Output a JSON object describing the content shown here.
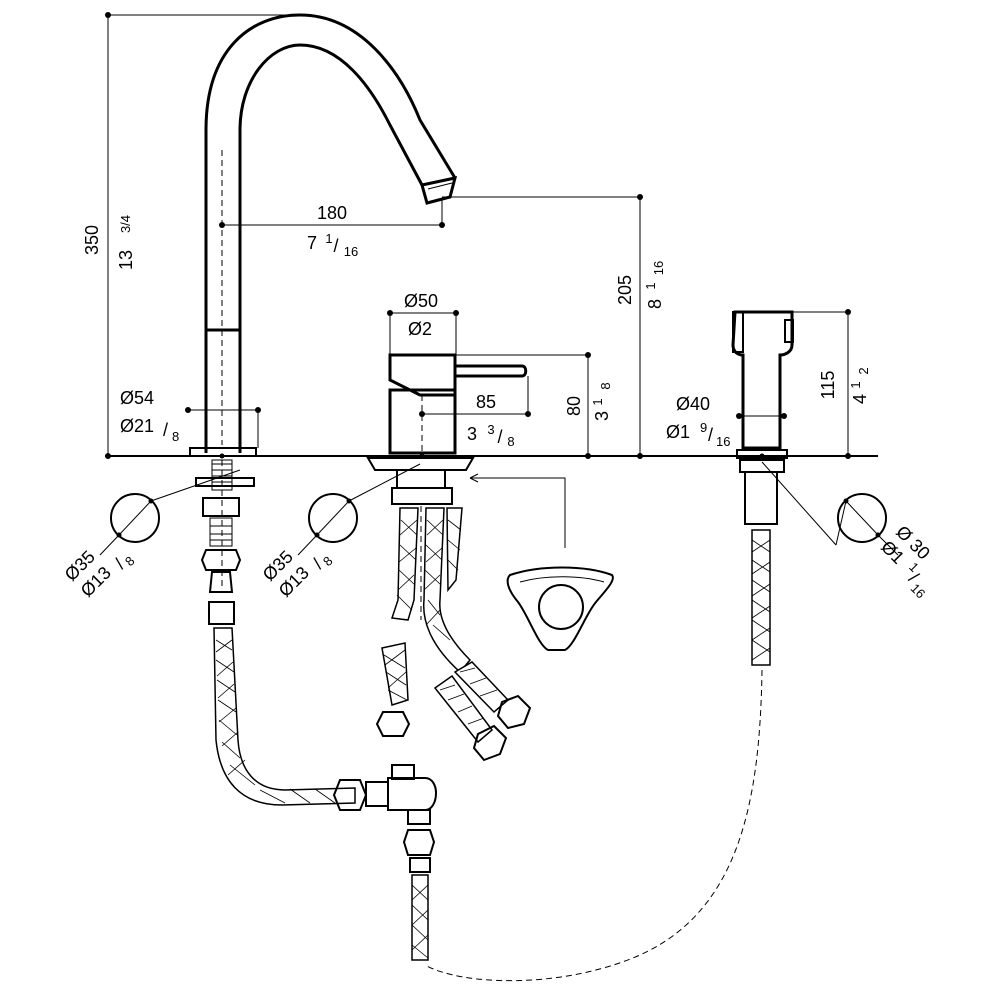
{
  "dimensions": {
    "total_height_mm": "350",
    "total_height_in_whole": "13",
    "total_height_in_frac": "3/4",
    "spout_reach_mm": "180",
    "spout_reach_in_whole": "7",
    "spout_reach_in_num": "1",
    "spout_reach_in_den": "16",
    "spout_height_mm": "205",
    "spout_height_in_whole": "8",
    "spout_height_in_num": "1",
    "spout_height_in_den": "16",
    "spout_base_dia_mm": "Ø54",
    "spout_base_dia_in_whole": "Ø21",
    "spout_base_dia_in_den": "8",
    "mixer_dia_mm": "Ø50",
    "mixer_dia_in": "Ø2",
    "lever_reach_mm": "85",
    "lever_reach_in_whole": "3",
    "lever_reach_in_num": "3",
    "lever_reach_in_den": "8",
    "mixer_height_mm": "80",
    "mixer_height_in_whole": "3",
    "mixer_height_in_num": "1",
    "mixer_height_in_den": "8",
    "spray_dia_mm": "Ø40",
    "spray_dia_in_whole": "Ø1",
    "spray_dia_in_num": "9",
    "spray_dia_in_den": "16",
    "spray_height_mm": "115",
    "spray_height_in_whole": "4",
    "spray_height_in_num": "1",
    "spray_height_in_den": "2",
    "hole1_dia_mm": "Ø35",
    "hole1_dia_in_whole": "Ø13",
    "hole1_dia_in_den": "8",
    "hole2_dia_mm": "Ø35",
    "hole2_dia_in_whole": "Ø13",
    "hole2_dia_in_den": "8",
    "hole3_dia_mm": "Ø 30",
    "hole3_dia_in_whole": "Ø1",
    "hole3_dia_in_num": "1",
    "hole3_dia_in_den": "16"
  },
  "fraction_slash": "/"
}
